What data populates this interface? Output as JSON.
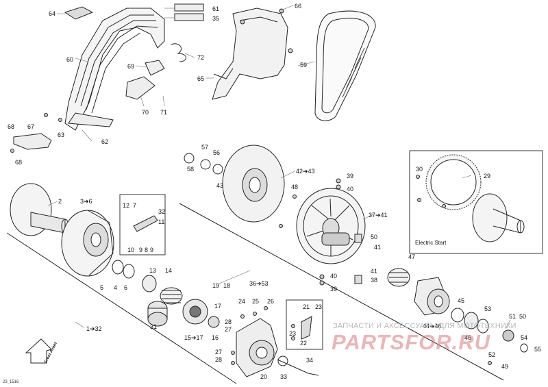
{
  "diagram": {
    "doc_id": "23_1516",
    "electric_start_label": "Electric Start",
    "front_label": "Front\nAvant",
    "watermark_text": "ЗАПЧАСТИ И АКСЕССУАРЫ ДЛЯ МОТОТЕХНИКИ",
    "watermark_logo": "PARTSFOR.RU",
    "callouts": {
      "c64": "64",
      "c61": "61",
      "c35": "35",
      "c66": "66",
      "c60": "60",
      "c72": "72",
      "c69": "69",
      "c65": "65",
      "c59": "59",
      "c70": "70",
      "c71": "71",
      "c68a": "68",
      "c67": "67",
      "c63": "63",
      "c62": "62",
      "c68b": "68",
      "c57": "57",
      "c56": "56",
      "c58": "58",
      "c43": "43",
      "c42": "42➔43",
      "c39a": "39",
      "c40a": "40",
      "c48": "48",
      "c30": "30",
      "c29": "29",
      "c2": "2",
      "c36": "3➔6",
      "c12": "12",
      "c7": "7",
      "c32": "32",
      "c11": "11",
      "c10": "10",
      "c9a": "9",
      "c8": "8",
      "c9b": "9",
      "c37": "37➔41",
      "c50a": "50",
      "c41a": "41",
      "c47": "47",
      "c41b": "41",
      "c38": "38",
      "c40b": "40",
      "c39b": "39",
      "c5": "5",
      "c4": "4",
      "c6": "6",
      "c13": "13",
      "c14": "14",
      "c19": "19",
      "c18": "18",
      "c3653": "36➔53",
      "c24": "24",
      "c25": "25",
      "c26": "26",
      "c17": "17",
      "c21": "21",
      "c23a": "23",
      "c45": "45",
      "c53": "53",
      "c132": "1➔32",
      "c31": "31",
      "c28a": "28",
      "c27a": "27",
      "c1517": "15➔17",
      "c16": "16",
      "c23b": "23",
      "c22": "22",
      "c4446": "44➔46",
      "c46": "46",
      "c51": "51",
      "c50b": "50",
      "c54": "54",
      "c27b": "27",
      "c28b": "28",
      "c34": "34",
      "c52": "52",
      "c55": "55",
      "c20": "20",
      "c33": "33",
      "c49": "49"
    }
  }
}
